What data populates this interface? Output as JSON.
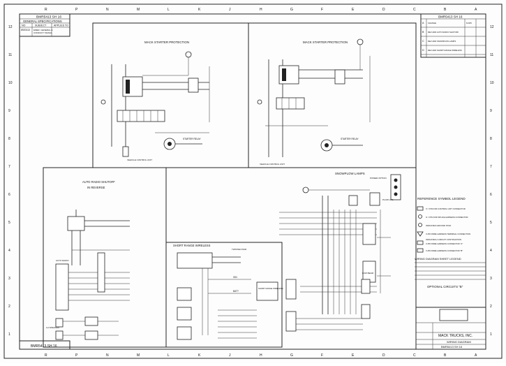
{
  "sheet": {
    "id_top": "BMR5413 SH 16",
    "id_bottom": "BMR5413 SH 16",
    "id_top_right": "BMR5413 SH 16",
    "general_specs": "GENERAL SPECIFICATIONS",
    "spec_cols": [
      "NO",
      "SUBJECT",
      "APPLIES TO"
    ],
    "spec_row": [
      "8920113",
      "EMER. GENERAL &amp; CONDUCT SIGNAL",
      ""
    ],
    "col_letters_top": [
      "R",
      "P",
      "N",
      "M",
      "L",
      "K",
      "J",
      "H",
      "G",
      "F",
      "E",
      "D",
      "C",
      "B",
      "A"
    ],
    "row_numbers_left": [
      "12",
      "11",
      "10",
      "9",
      "8",
      "7",
      "6",
      "5",
      "4",
      "3",
      "2",
      "1"
    ],
    "row_numbers_right": [
      "12",
      "11",
      "10",
      "9",
      "8",
      "7",
      "6",
      "5",
      "4",
      "3",
      "2",
      "1"
    ]
  },
  "revisions": {
    "rows": [
      {
        "rev": "A",
        "text": "CHANGE",
        "code": "6/1/05"
      },
      {
        "rev": "B",
        "text": "REV ADD AUTO RADIO SHUTOFF",
        "code": ""
      },
      {
        "rev": "C",
        "text": "REV ADD SNOWPLOW LAMPS",
        "code": ""
      },
      {
        "rev": "D",
        "text": "REV ADD SHORT RANGE WIRELESS",
        "code": ""
      }
    ]
  },
  "sections": {
    "mack_starter_left": "MACK STARTER PROTECTION",
    "mack_starter_right": "MACK STARTER PROTECTION",
    "auto_radio": "AUTO RADIO SHUTOFF IN REVERSE",
    "snowplow": "SNOWPLOW LAMPS",
    "short_range": "SHORT RANGE WIRELESS"
  },
  "labels": {
    "starter_relay_l": "STARTER RELAY",
    "starter_relay_r": "STARTER RELAY",
    "vehicle_control_l": "VEHICLE CONTROL UNIT",
    "vehicle_control_r": "VEHICLE CONTROL UNIT",
    "power_junction": "POWER OPTION JUNCTION BLOCK",
    "plow_lamp_relay": "PLOW LAMP RELAY",
    "low_beam_relay": "LOW BEAM RELAY",
    "optional_circuits": "OPTIONAL CIRCUITS \"B\"",
    "twisted_pair": "TWISTED PAIR",
    "short_range_wireless": "SHORT RANGE WIRELESS",
    "batt": "BATT",
    "ign": "IGN",
    "speakers": "LH SPEAKER",
    "auto_radio_label": "AUTO RADIO"
  },
  "legend": {
    "title": "REFERENCE SYMBOL LEGEND",
    "wiring_title": "WIRING DIAGRAM SHEET LEGEND",
    "items": [
      "X = PIN FOR CONTROL UNIT CONNECTOR",
      "O = PIN FOR SPLICE HARNESS CONNECTOR",
      "INDICATES GROUND STUD",
      "X-PIN WIRE HARNESS TERMINAL CONNECTION",
      "INDICATES A CIRCUIT CONTINUATION",
      "X-PIN WIRE HARNESS CONNECTOR \"A\"",
      "X-PIN WIRE HARNESS CONNECTOR \"B\""
    ]
  },
  "title_block": {
    "company": "MACK TRUCKS, INC.",
    "drawing_title": "WIRING DIAGRAM",
    "sheet_no": "BMR5413 SH 16"
  }
}
